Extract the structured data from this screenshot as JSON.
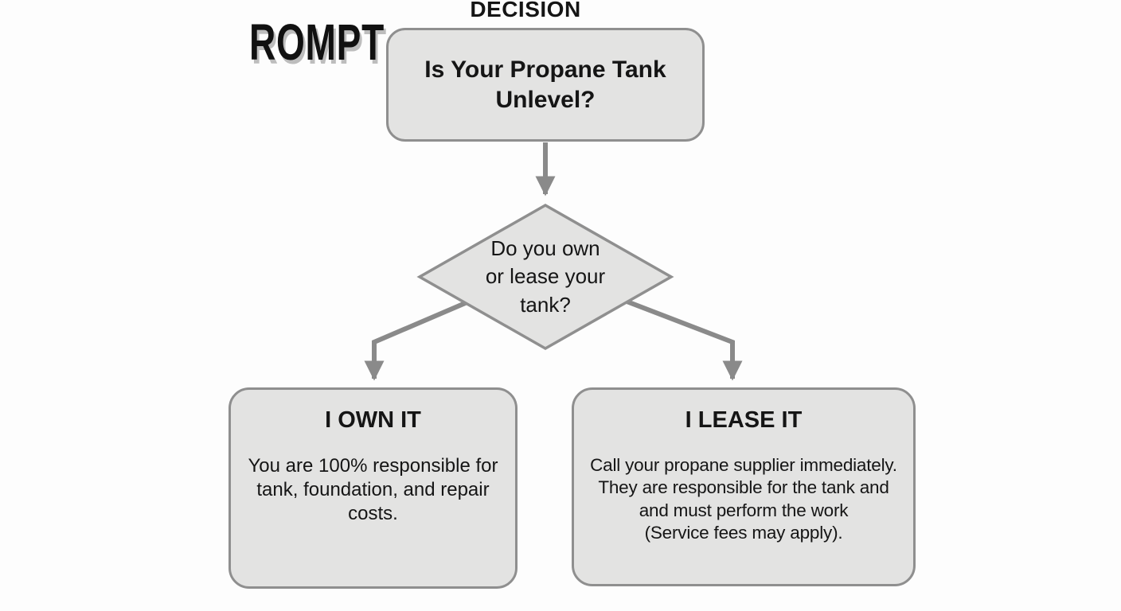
{
  "theme": {
    "bg": "#fdfdfd",
    "node-fill": "#e3e3e2",
    "node-border": "#8f8f8f",
    "arrow": "#8a8a8a",
    "text": "#151515",
    "logo-shadow": "#bdbdbd"
  },
  "header": {
    "decision_label": "DECISION",
    "logo_text": "ROMPT"
  },
  "flowchart": {
    "type": "decision-tree",
    "start": {
      "title": "Is Your Propane Tank\nUnlevel?"
    },
    "decision": {
      "question": "Do you own\nor lease your\ntank?"
    },
    "branches": {
      "own": {
        "heading": "I OWN IT",
        "body": "You are 100% responsible for\ntank, foundation, and repair\ncosts."
      },
      "lease": {
        "heading": "I LEASE IT",
        "body": "Call your propane supplier immediately.\nThey are responsible for the tank and\nand must perform the work\n(Service fees may apply)."
      }
    }
  }
}
